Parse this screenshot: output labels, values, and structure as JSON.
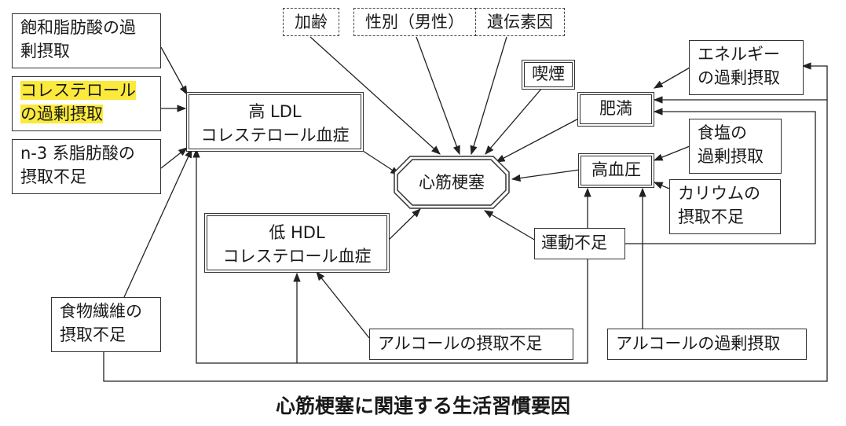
{
  "diagram": {
    "center": "心筋梗塞",
    "left_factors": {
      "saturated_fat": [
        "飽和脂肪酸の過",
        "剰摂取"
      ],
      "cholesterol": [
        "コレステロール",
        "の過剰摂取"
      ],
      "n3": [
        "n-3 系脂肪酸の",
        "摂取不足"
      ],
      "fiber": [
        "食物繊維の",
        "摂取不足"
      ]
    },
    "top_factors": {
      "age": "加齢",
      "sex": "性別（男性）",
      "genetic": "遺伝素因",
      "smoking": "喫煙"
    },
    "mid_nodes": {
      "high_ldl": [
        "高 LDL",
        "コレステロール血症"
      ],
      "low_hdl": [
        "低 HDL",
        "コレステロール血症"
      ],
      "obesity": "肥満",
      "hypertension": "高血圧",
      "exercise": "運動不足"
    },
    "right_factors": {
      "energy": [
        "エネルギー",
        "の過剰摂取"
      ],
      "salt": [
        "食塩の",
        "過剰摂取"
      ],
      "potassium": [
        "カリウムの",
        "摂取不足"
      ]
    },
    "bottom_factors": {
      "alcohol_low": "アルコールの摂取不足",
      "alcohol_high": "アルコールの過剰摂取"
    },
    "highlight_color": "#fbea3c"
  },
  "caption": "心筋梗塞に関連する生活習慣要因"
}
